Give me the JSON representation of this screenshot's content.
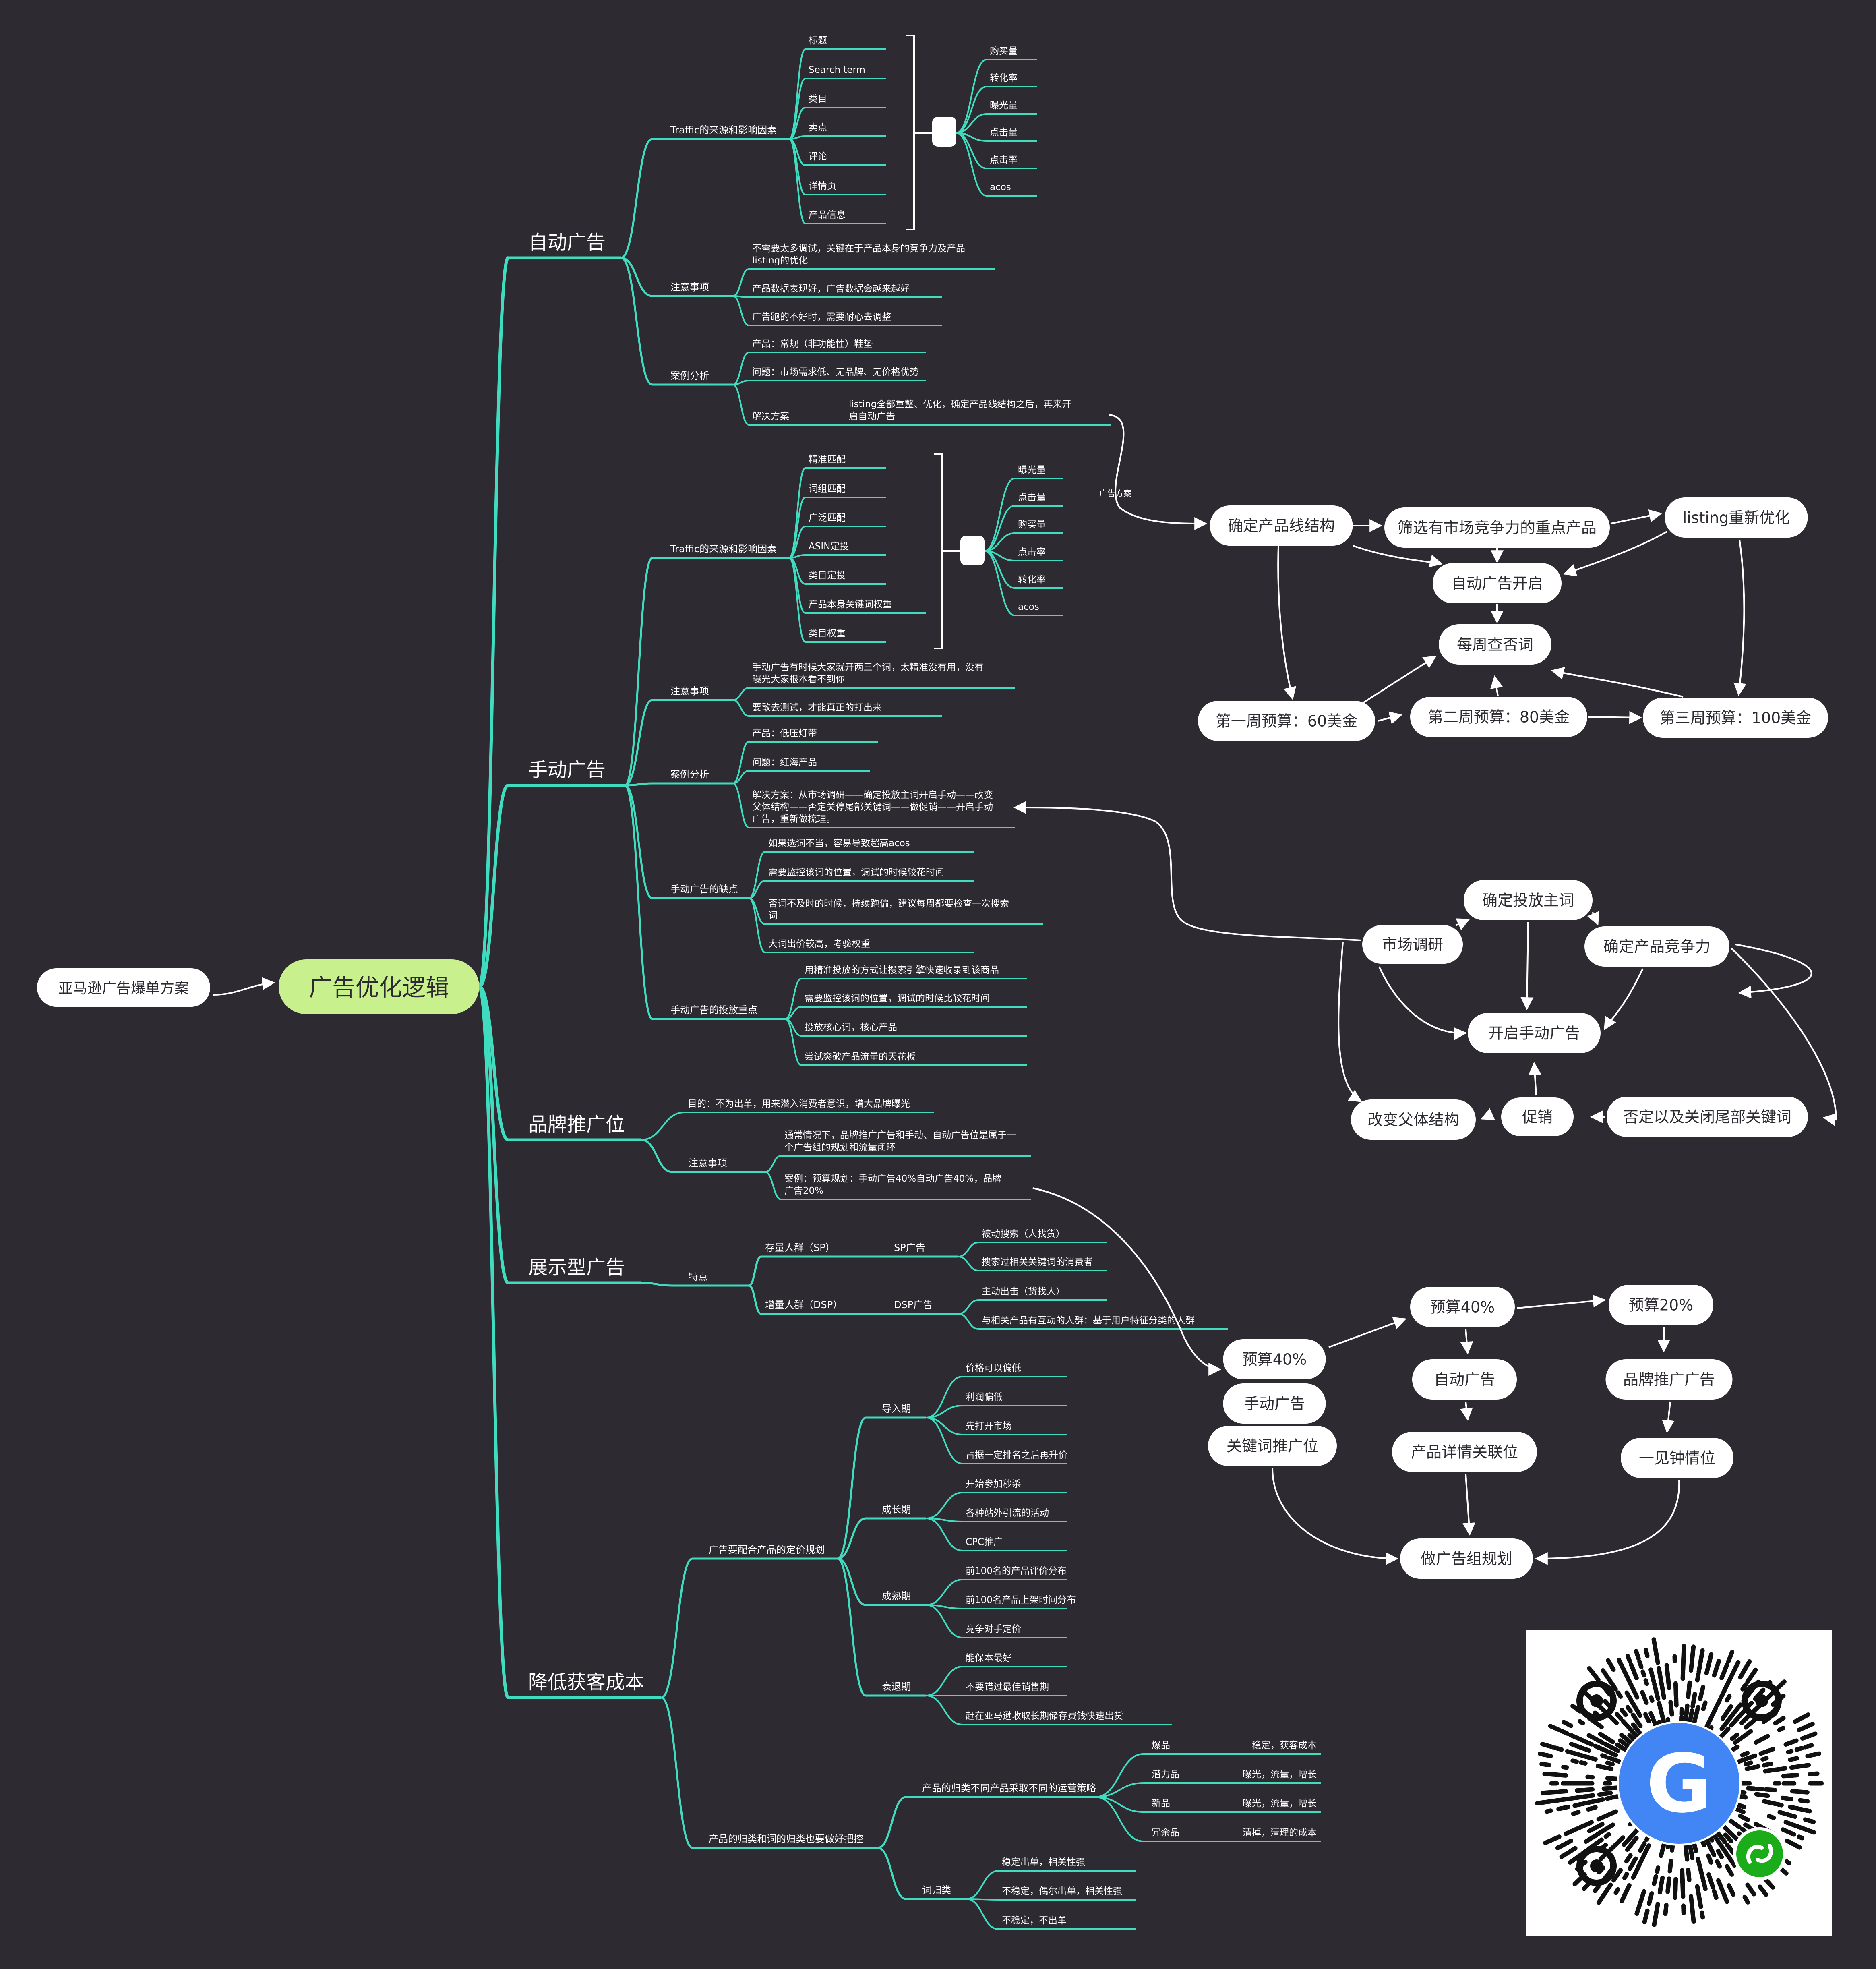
{
  "colors": {
    "background": "#2e2a31",
    "branch": "#3fdcc0",
    "root_fill": "#c8f08c",
    "node_fill": "#ffffff",
    "node_text": "#2e2a31",
    "text": "#ffffff",
    "qr_google_blue": "#4285f4",
    "qr_miniprogram_green": "#1aad19"
  },
  "root": {
    "left_label": "亚马逊广告爆单方案",
    "center": "广告优化逻辑"
  },
  "tree": [
    {
      "label": "自动广告",
      "children": [
        {
          "label": "Traffic的来源和影响因素",
          "left_items": [
            "标题",
            "Search term",
            "类目",
            "卖点",
            "评论",
            "详情页",
            "产品信息"
          ],
          "right_items": [
            "购买量",
            "转化率",
            "曝光量",
            "点击量",
            "点击率",
            "acos"
          ]
        },
        {
          "label": "注意事项",
          "items": [
            "不需要太多调试，关键在于产品本身的竞争力及产品listing的优化",
            "产品数据表现好，广告数据会越来越好",
            "广告跑的不好时，需要耐心去调整"
          ]
        },
        {
          "label": "案例分析",
          "items": [
            "产品：常规（非功能性）鞋垫",
            "问题：市场需求低、无品牌、无价格优势",
            "解决方案"
          ],
          "solution_detail": "listing全部重整、优化，确定产品线结构之后，再来开启自动广告"
        }
      ]
    },
    {
      "label": "手动广告",
      "children": [
        {
          "label": "Traffic的来源和影响因素",
          "left_items": [
            "精准匹配",
            "词组匹配",
            "广泛匹配",
            "ASIN定投",
            "类目定投",
            "产品本身关键词权重",
            "类目权重"
          ],
          "right_items": [
            "曝光量",
            "点击量",
            "购买量",
            "点击率",
            "转化率",
            "acos"
          ]
        },
        {
          "label": "注意事项",
          "items": [
            "手动广告有时候大家就开两三个词，太精准没有用，没有曝光大家根本看不到你",
            "要敢去测试，才能真正的打出来"
          ]
        },
        {
          "label": "案例分析",
          "items": [
            "产品：低压灯带",
            "问题：红海产品",
            "解决方案：从市场调研——确定投放主词开启手动——改变父体结构——否定关停尾部关键词——做促销——开启手动广告，重新做梳理。"
          ]
        },
        {
          "label": "手动广告的缺点",
          "items": [
            "如果选词不当，容易导致超高acos",
            "需要监控该词的位置，调试的时候较花时间",
            "否词不及时的时候，持续跑偏，建议每周都要检查一次搜索词",
            "大词出价较高，考验权重"
          ]
        },
        {
          "label": "手动广告的投放重点",
          "items": [
            "用精准投放的方式让搜索引擎快速收录到该商品",
            "需要监控该词的位置，调试的时候比较花时间",
            "投放核心词，核心产品",
            "尝试突破产品流量的天花板"
          ]
        }
      ]
    },
    {
      "label": "品牌推广位",
      "children": [
        {
          "label": "目的：不为出单，用来潜入消费者意识，增大品牌曝光"
        },
        {
          "label": "注意事项",
          "items": [
            "通常情况下，品牌推广广告和手动、自动广告位是属于一个广告组的规划和流量闭环",
            "案例：预算规划：手动广告40%自动广告40%，品牌广告20%"
          ]
        }
      ]
    },
    {
      "label": "展示型广告",
      "children": [
        {
          "label": "特点",
          "groups": [
            {
              "label": "存量人群（SP）",
              "sub": "SP广告",
              "items": [
                "被动搜索（人找货）",
                "搜索过相关关键词的消费者"
              ]
            },
            {
              "label": "增量人群（DSP）",
              "sub": "DSP广告",
              "items": [
                "主动出击（货找人）",
                "与相关产品有互动的人群：基于用户特征分类的人群"
              ]
            }
          ]
        }
      ]
    },
    {
      "label": "降低获客成本",
      "children": [
        {
          "label": "广告要配合产品的定价规划",
          "stages": [
            {
              "label": "导入期",
              "items": [
                "价格可以偏低",
                "利润偏低",
                "先打开市场",
                "占据一定排名之后再升价"
              ]
            },
            {
              "label": "成长期",
              "items": [
                "开始参加秒杀",
                "各种站外引流的活动",
                "CPC推广"
              ]
            },
            {
              "label": "成熟期",
              "items": [
                "前100名的产品评价分布",
                "前100名产品上架时间分布",
                "竞争对手定价"
              ]
            },
            {
              "label": "衰退期",
              "items": [
                "能保本最好",
                "不要错过最佳销售期",
                "赶在亚马逊收取长期储存费钱快速出货"
              ]
            }
          ]
        },
        {
          "label": "产品的归类和词的归类也要做好把控",
          "groups": [
            {
              "label": "产品的归类不同产品采取不同的运营策略",
              "rows": [
                {
                  "name": "爆品",
                  "value": "稳定，获客成本"
                },
                {
                  "name": "潜力品",
                  "value": "曝光，流量，增长"
                },
                {
                  "name": "新品",
                  "value": "曝光，流量，增长"
                },
                {
                  "name": "冗余品",
                  "value": "清掉，清理的成本"
                }
              ]
            },
            {
              "label": "词归类",
              "items": [
                "稳定出单，相关性强",
                "不稳定，偶尔出单，相关性强",
                "不稳定，不出单"
              ]
            }
          ]
        }
      ]
    }
  ],
  "flow1": {
    "connector_label": "广告方案",
    "nodes": {
      "structure": "确定产品线结构",
      "filter": "筛选有市场竞争力的重点产品",
      "relisting": "listing重新优化",
      "auto_on": "自动广告开启",
      "weekly_neg": "每周查否词",
      "week1": "第一周预算：60美金",
      "week2": "第二周预算：80美金",
      "week3": "第三周预算：100美金"
    }
  },
  "flow2": {
    "nodes": {
      "research": "市场调研",
      "main_kw": "确定投放主词",
      "compete": "确定产品竞争力",
      "manual_on": "开启手动广告",
      "parent": "改变父体结构",
      "promo": "促销",
      "negate": "否定以及关闭尾部关键词"
    }
  },
  "flow3": {
    "nodes": {
      "b40a": "预算40%",
      "manual": "手动广告",
      "kw_pos": "关键词推广位",
      "b40b": "预算40%",
      "auto": "自动广告",
      "detail_pos": "产品详情关联位",
      "b20": "预算20%",
      "brand": "品牌推广广告",
      "love": "一见钟情位",
      "plan": "做广告组规划"
    }
  },
  "qr": {
    "badge_letter": "G"
  }
}
